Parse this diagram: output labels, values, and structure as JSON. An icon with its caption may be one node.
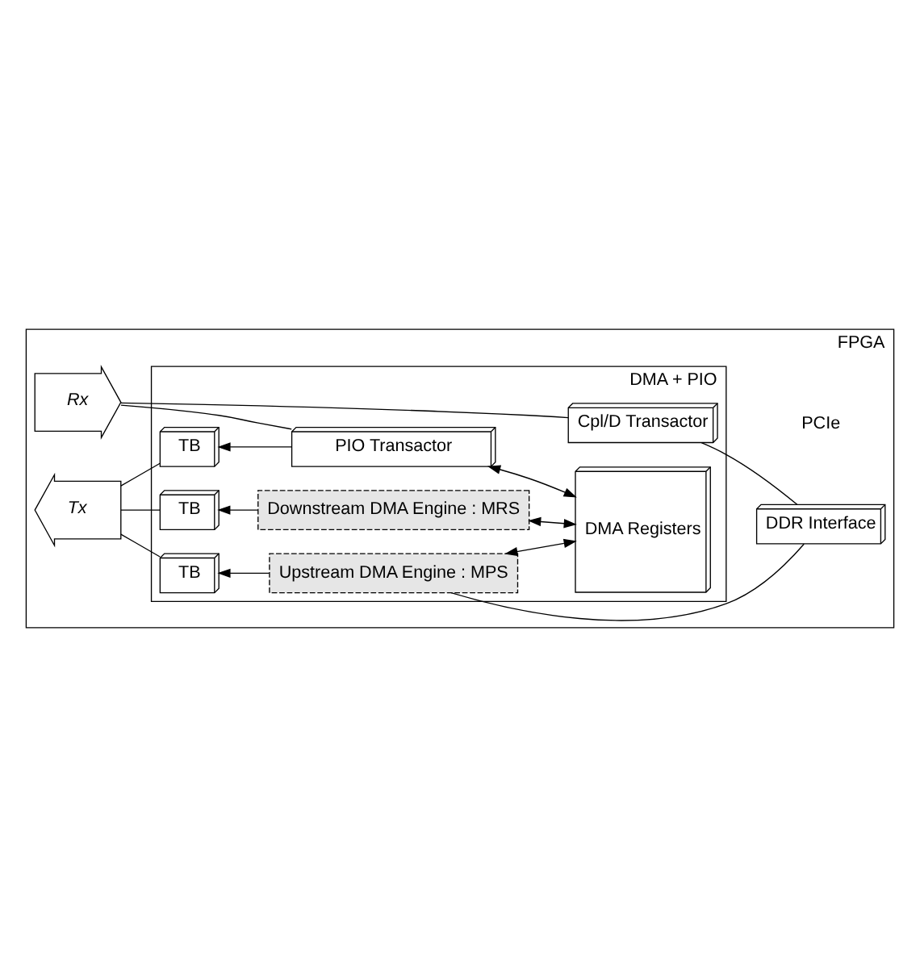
{
  "diagram": {
    "nodes": [
      {
        "text": [
          "FPGA"
        ]
      },
      {
        "text": [
          "DMA + PIO"
        ],
        "in": 0
      },
      {
        "text": [
          "Tx"
        ],
        "in": 0
      },
      {
        "text": [
          "Rx"
        ],
        "in": 0
      },
      {
        "text": [
          "TB"
        ],
        "in": 1
      },
      {
        "text": [
          "Downstream DMA Engine : MRS"
        ],
        "in": 1
      },
      {
        "text": [
          "TB"
        ],
        "in": 1
      },
      {
        "text": [
          "Upstream DMA Engine : MPS"
        ],
        "in": 1
      },
      {
        "text": [
          "TB"
        ],
        "in": 1
      },
      {
        "text": [
          "DMA Registers"
        ],
        "in": 1
      },
      {
        "text": [
          "PIO Transactor"
        ],
        "in": 1
      },
      {
        "text": [
          "Cpl/D Transactor"
        ],
        "in": 1
      },
      {
        "text": [
          "DDR Interface"
        ],
        "in": 0
      }
    ],
    "edges": [
      {
        "from": 4,
        "to": 2,
        "arrow": "none"
      },
      {
        "from": 6,
        "to": 2,
        "arrow": "none"
      },
      {
        "from": 8,
        "to": 2,
        "arrow": "none"
      },
      {
        "from": 5,
        "to": 4,
        "arrow": "to"
      },
      {
        "from": 7,
        "to": 6,
        "arrow": "to"
      },
      {
        "from": 10,
        "to": 8,
        "arrow": "to"
      },
      {
        "from": 9,
        "to": 5,
        "arrow": "both"
      },
      {
        "from": 9,
        "to": 7,
        "arrow": "both"
      },
      {
        "from": 9,
        "to": 10,
        "arrow": "both"
      },
      {
        "from": 10,
        "to": 3,
        "arrow": "none"
      },
      {
        "from": 11,
        "to": 3,
        "arrow": "none"
      },
      {
        "from": 12,
        "to": 11,
        "arrow": "none"
      },
      {
        "from": 12,
        "to": 7,
        "arrow": "none"
      }
    ],
    "labels": [
      "PCIe"
    ]
  }
}
